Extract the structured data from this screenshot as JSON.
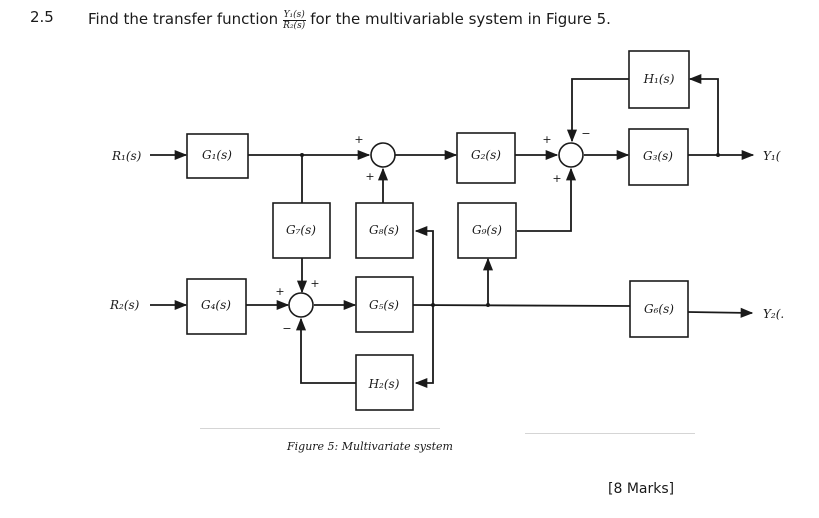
{
  "question": {
    "number": "2.5",
    "text_before": "Find the transfer function",
    "fraction_numerator": "Y₁(s)",
    "fraction_denominator": "R₂(s)",
    "text_after": "for the multivariable system in Figure 5."
  },
  "diagram": {
    "inputs": {
      "r1": "R₁(s)",
      "r2": "R₂(s)"
    },
    "outputs": {
      "y1": "Y₁(",
      "y2": "Y₂(."
    },
    "blocks": {
      "g1": "G₁(s)",
      "g2": "G₂(s)",
      "g3": "G₃(s)",
      "g4": "G₄(s)",
      "g5": "G₅(s)",
      "g6": "G₆(s)",
      "g7": "G₇(s)",
      "g8": "G₈(s)",
      "g9": "G₉(s)",
      "h1": "H₁(s)",
      "h2": "H₂(s)"
    },
    "summing_junctions": {
      "s1": {
        "left": "+",
        "bottom": "+"
      },
      "s2": {
        "left": "+",
        "top": "−",
        "bottom": "+"
      },
      "s3": {
        "left": "+",
        "top": "+",
        "bottom": "−"
      }
    },
    "caption": "Figure 5: Multivariate system"
  },
  "marks": "[8 Marks]"
}
